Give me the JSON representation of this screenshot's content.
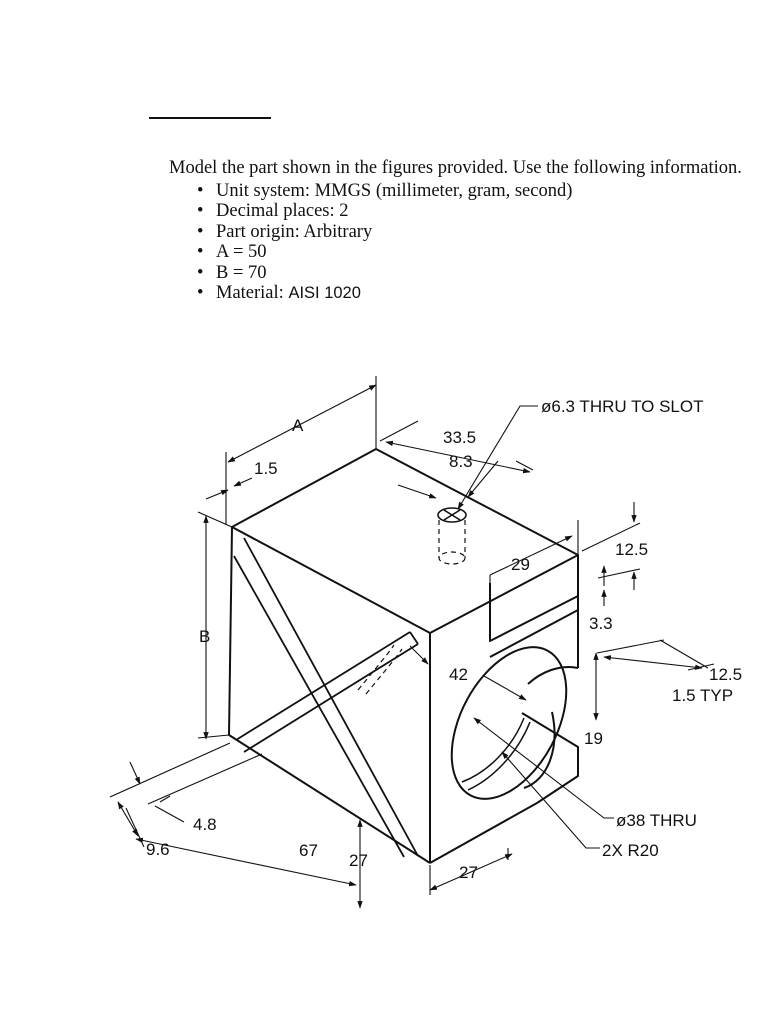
{
  "intro": "Model the part shown in the figures provided. Use the following information.",
  "specs": [
    {
      "label": "Unit system: MMGS (millimeter, gram, second)",
      "value": ""
    },
    {
      "label": "Decimal places: 2",
      "value": ""
    },
    {
      "label": "Part origin: Arbitrary",
      "value": ""
    },
    {
      "label": "A = 50",
      "value": ""
    },
    {
      "label": "B = 70",
      "value": ""
    },
    {
      "label": "Material: ",
      "value": "AISI 1020"
    }
  ],
  "drawing": {
    "A": "A",
    "B": "B",
    "d_1_5": "1.5",
    "d_33_5": "33.5",
    "d_8_3": "8.3",
    "hole_note": "ø6.3 THRU TO SLOT",
    "d_29": "29",
    "d_12_5_top": "12.5",
    "d_3_3": "3.3",
    "d_42": "42",
    "d_12_5_side": "12.5",
    "typ_note": "1.5 TYP",
    "d_19": "19",
    "d_4_8": "4.8",
    "d_9_6": "9.6",
    "d_67": "67",
    "d_27_v": "27",
    "d_27_h": "27",
    "bore_note": "ø38 THRU",
    "radius_note": "2X R20"
  }
}
